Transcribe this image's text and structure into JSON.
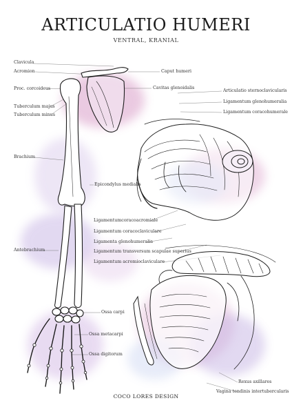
{
  "poster": {
    "title": "ARTICULATIO HUMERI",
    "subtitle": "VENTRAL, KRANIAL",
    "credit": "COCO LORES DESIGN"
  },
  "labels": {
    "clavicula": "Clavicula",
    "acromion": "Acromion",
    "proc_coracoideus": "Proc. corcoideus",
    "tuberculum_majus": "Tuberculum majus",
    "tuberculum_minus": "Tuberculum minus",
    "brachium": "Brachium",
    "antebrachium": "Antebrachium",
    "caput_humeri": "Caput humeri",
    "cavitas_glenoidalis": "Cavitas glenoidalis",
    "articulatio_sternoclavicularis": "Articulatio sternoclavicularis",
    "ligamentum_glenohumeralia": "Ligamentum glenohumeralia",
    "ligamentum_coracohumerale": "Ligamentum coracohumerale",
    "epicondylus_medialis": "Epicondylus medialis",
    "ligamentum_coracoacromiale": "Ligamentumcoracoacromiale",
    "ligamentum_coracoclaviculare": "Ligamentum coracoclaviculare",
    "ligamenta_glenohumeralia": "Ligamenta glenohumeralia",
    "ligamentum_transversum": "Ligamentum transversum scapulae superius",
    "ligamentum_acromioclaviculare": "Ligamentum acromioclaviculare",
    "ossa_carpi": "Ossa carpi",
    "ossa_metacarpi": "Ossa metacarpi",
    "ossa_digitorum": "Ossa digitorum",
    "rexus_axillares": "Rexus axillares",
    "vagina_tendinis": "Vagina tendinis intertubercularis"
  },
  "colors": {
    "watercolor_pink": "#d89ac6",
    "watercolor_violet": "#a98fd6",
    "watercolor_blue": "#a9b8e6",
    "ink": "#1a1a1a"
  }
}
